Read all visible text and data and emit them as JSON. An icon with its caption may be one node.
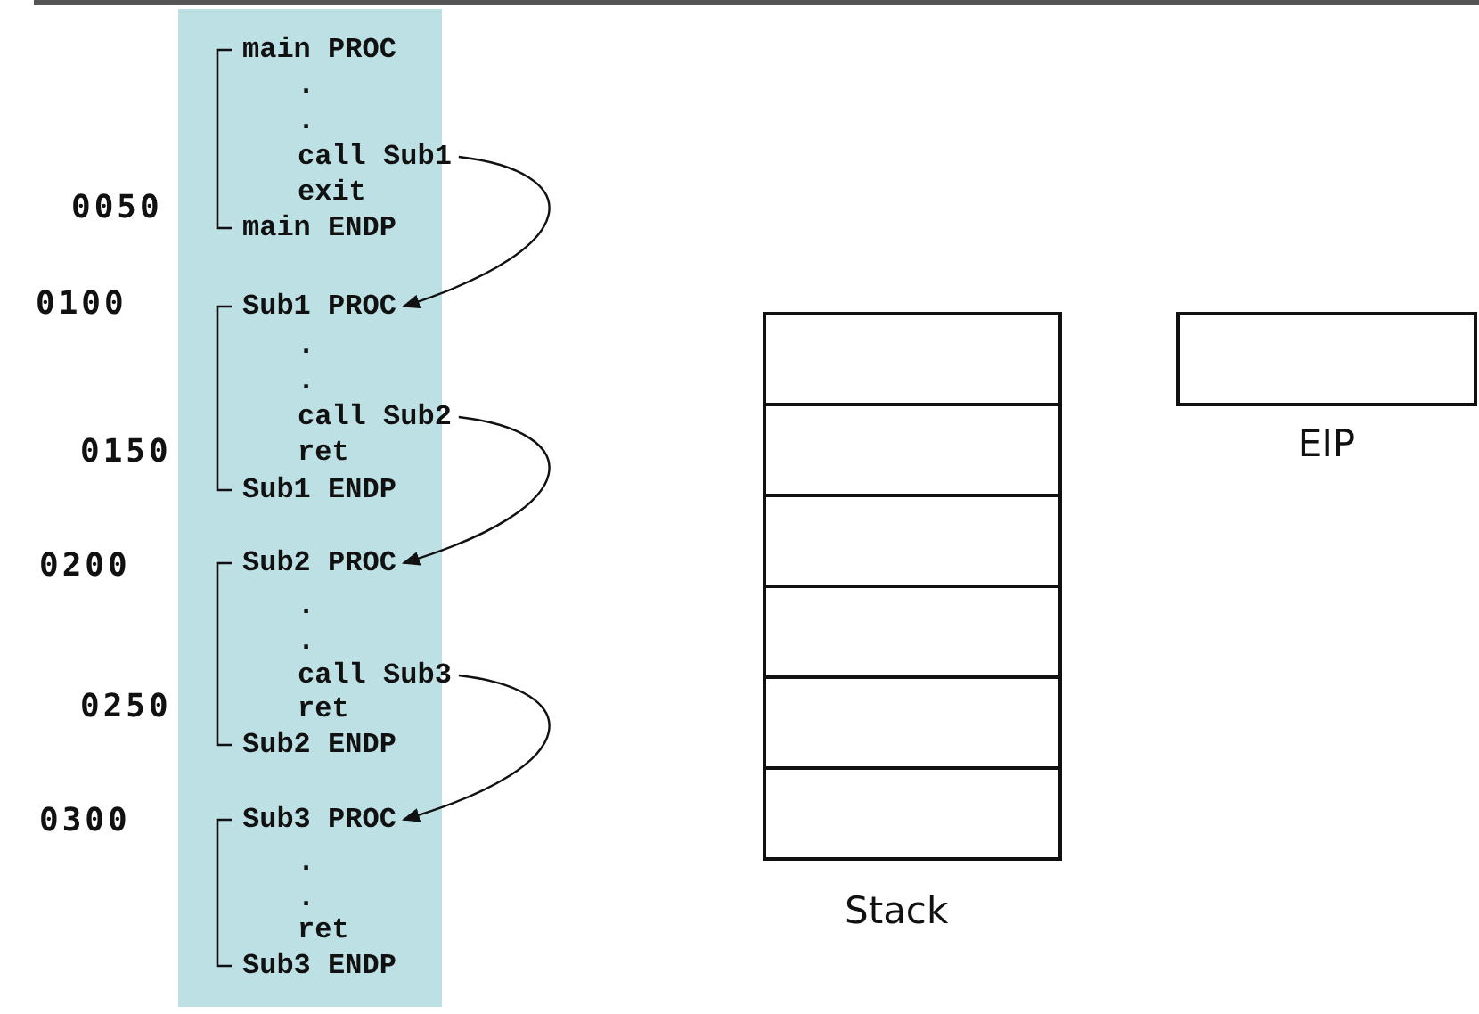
{
  "diagram": {
    "nodes": [
      {
        "text": [],
        "shape": "box"
      },
      {
        "text": [
          "call Sub1"
        ],
        "in": 0
      },
      {
        "text": [
          "Sub1 PROC"
        ],
        "in": 0
      },
      {
        "text": [
          "call Sub2"
        ],
        "in": 0
      },
      {
        "text": [
          "Sub2 PROC"
        ],
        "in": 0
      },
      {
        "text": [
          "call Sub3"
        ],
        "in": 0
      },
      {
        "text": [
          "Sub3 PROC"
        ],
        "in": 0
      },
      {
        "text": [],
        "shape": "box"
      },
      {
        "text": [],
        "shape": "box"
      },
      {
        "text": [],
        "shape": "box"
      },
      {
        "text": [],
        "shape": "box"
      },
      {
        "text": [],
        "shape": "box"
      },
      {
        "text": [],
        "shape": "box"
      },
      {
        "text": [],
        "shape": "box",
        "beside": [
          "EIP"
        ]
      }
    ],
    "edges": [
      {
        "from": 1,
        "to": 2,
        "arrow": "to"
      },
      {
        "from": 3,
        "to": 4,
        "arrow": "to"
      },
      {
        "from": 5,
        "to": 6,
        "arrow": "to"
      }
    ],
    "labels": [
      "main PROC",
      ".",
      ".",
      "exit",
      "0050",
      "main ENDP",
      "0100",
      ".",
      ".",
      "ret",
      "0150",
      "Sub1 ENDP",
      "0200",
      ".",
      ".",
      "ret",
      "0250",
      "Sub2 ENDP",
      "0300",
      ".",
      ".",
      "ret",
      "Sub3 ENDP",
      "Stack"
    ]
  }
}
